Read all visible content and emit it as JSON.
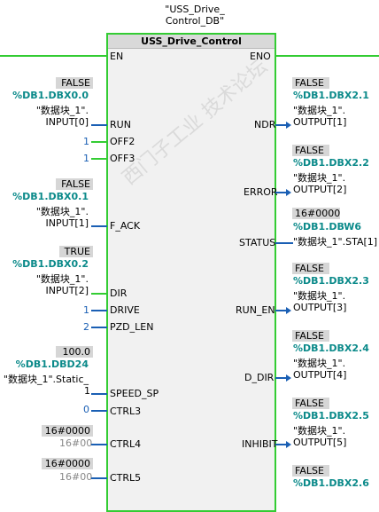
{
  "instance_db": "\"USS_Drive_\nControl_DB\"",
  "block": {
    "title": "USS_Drive_Control"
  },
  "inputs": {
    "en": "EN",
    "run": {
      "pin": "RUN",
      "value": "FALSE",
      "address": "%DB1.DBX0.0",
      "tag": "\"数据块_1\".",
      "member": "INPUT[0]"
    },
    "off2": {
      "pin": "OFF2",
      "const": "1"
    },
    "off3": {
      "pin": "OFF3",
      "const": "1"
    },
    "f_ack": {
      "pin": "F_ACK",
      "value": "FALSE",
      "address": "%DB1.DBX0.1",
      "tag": "\"数据块_1\".",
      "member": "INPUT[1]"
    },
    "dir": {
      "pin": "DIR",
      "value": "TRUE",
      "address": "%DB1.DBX0.2",
      "tag": "\"数据块_1\".",
      "member": "INPUT[2]"
    },
    "drive": {
      "pin": "DRIVE",
      "const": "1"
    },
    "pzd_len": {
      "pin": "PZD_LEN",
      "const": "2"
    },
    "speed_sp": {
      "pin": "SPEED_SP",
      "value": "100.0",
      "address": "%DB1.DBD24",
      "tag": "\"数据块_1\".Static_",
      "const": "1"
    },
    "ctrl3": {
      "pin": "CTRL3",
      "const": "0"
    },
    "ctrl4": {
      "pin": "CTRL4",
      "value": "16#0000",
      "const": "16#00"
    },
    "ctrl5": {
      "pin": "CTRL5",
      "value": "16#0000",
      "const": "16#00"
    }
  },
  "outputs": {
    "eno": "ENO",
    "ndr": {
      "pin": "NDR",
      "value": "FALSE",
      "address": "%DB1.DBX2.1",
      "tag": "\"数据块_1\".",
      "member": "OUTPUT[1]"
    },
    "error": {
      "pin": "ERROR",
      "value": "FALSE",
      "address": "%DB1.DBX2.2",
      "tag": "\"数据块_1\".",
      "member": "OUTPUT[2]"
    },
    "status": {
      "pin": "STATUS",
      "value": "16#0000",
      "address": "%DB1.DBW6",
      "tag": "\"数据块_1\".STA[1]"
    },
    "run_en": {
      "pin": "RUN_EN",
      "value": "FALSE",
      "address": "%DB1.DBX2.3",
      "tag": "\"数据块_1\".",
      "member": "OUTPUT[3]"
    },
    "d_dir": {
      "pin": "D_DIR",
      "value": "FALSE",
      "address": "%DB1.DBX2.4",
      "tag": "\"数据块_1\".",
      "member": "OUTPUT[4]"
    },
    "inhibit": {
      "pin": "INHIBIT",
      "value": "FALSE",
      "address": "%DB1.DBX2.5",
      "tag": "\"数据块_1\".",
      "member": "OUTPUT[5]"
    },
    "next": {
      "value": "FALSE",
      "address": "%DB1.DBX2.6"
    }
  },
  "watermark": "西门子工业 技术论坛"
}
